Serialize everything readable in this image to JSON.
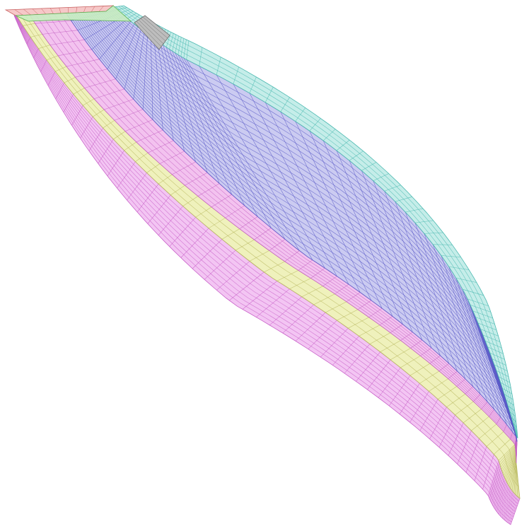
{
  "viewport": {
    "background": "#ffffff",
    "model": "hull-surface-mesh"
  },
  "panels": [
    {
      "id": "panel-bottom",
      "fill": "#f2c2f2",
      "line": "#c860c8"
    },
    {
      "id": "panel-bilge",
      "fill": "#eef0b8",
      "line": "#b8b860"
    },
    {
      "id": "panel-side-lower",
      "fill": "#f2bfee",
      "line": "#c664c4"
    },
    {
      "id": "panel-side-main",
      "fill": "#c8c8f0",
      "line": "#5a5ac8"
    },
    {
      "id": "panel-sheer-strake",
      "fill": "#c2ece8",
      "line": "#4ab8b0"
    },
    {
      "id": "panel-deck-edge",
      "fill": "#c8eec0",
      "line": "#58b050"
    },
    {
      "id": "panel-bow-top",
      "fill": "#f6c8c8",
      "line": "#c86060"
    },
    {
      "id": "panel-gray-block",
      "fill": "#bdbdbd",
      "line": "#6e6e6e"
    }
  ]
}
